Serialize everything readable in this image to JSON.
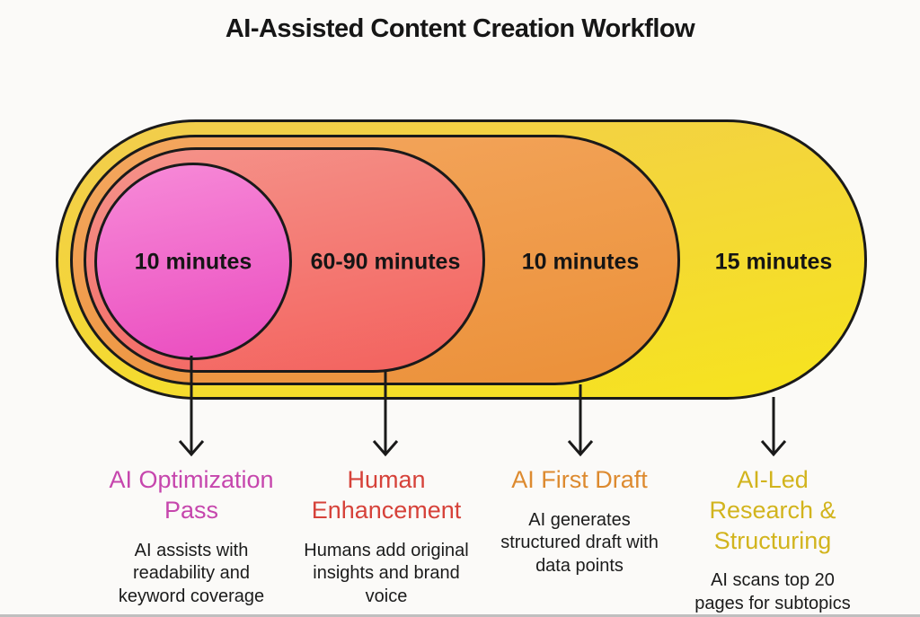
{
  "title": "AI-Assisted Content Creation Workflow",
  "diagram": {
    "outline_color": "#1a1a1a",
    "layers": [
      {
        "name": "ai-led-research-structuring",
        "time_label": "15 minutes",
        "fill_from": "#f2cc4e",
        "fill_to": "#f6e41d"
      },
      {
        "name": "ai-first-draft",
        "time_label": "10 minutes",
        "fill_from": "#f4a75f",
        "fill_to": "#eb9038"
      },
      {
        "name": "human-enhancement",
        "time_label": "60-90 minutes",
        "fill_from": "#f5948b",
        "fill_to": "#f3615d"
      },
      {
        "name": "ai-optimization-pass",
        "time_label": "10 minutes",
        "fill_from": "#f78bd8",
        "fill_to": "#ea4bbf"
      }
    ]
  },
  "columns": [
    {
      "heading": "AI Optimization\nPass",
      "heading_color": "#c646ad",
      "body": "AI assists with\nreadability and\nkeyword coverage"
    },
    {
      "heading": "Human\nEnhancement",
      "heading_color": "#d6423a",
      "body": "Humans add original\ninsights and brand\nvoice"
    },
    {
      "heading": "AI First Draft",
      "heading_color": "#dd8a2f",
      "body": "AI generates\nstructured draft with\ndata points"
    },
    {
      "heading": "AI-Led\nResearch &\nStructuring",
      "heading_color": "#d2b41d",
      "body": "AI scans top 20\npages for subtopics"
    }
  ],
  "text_color": "#1b1b1b"
}
